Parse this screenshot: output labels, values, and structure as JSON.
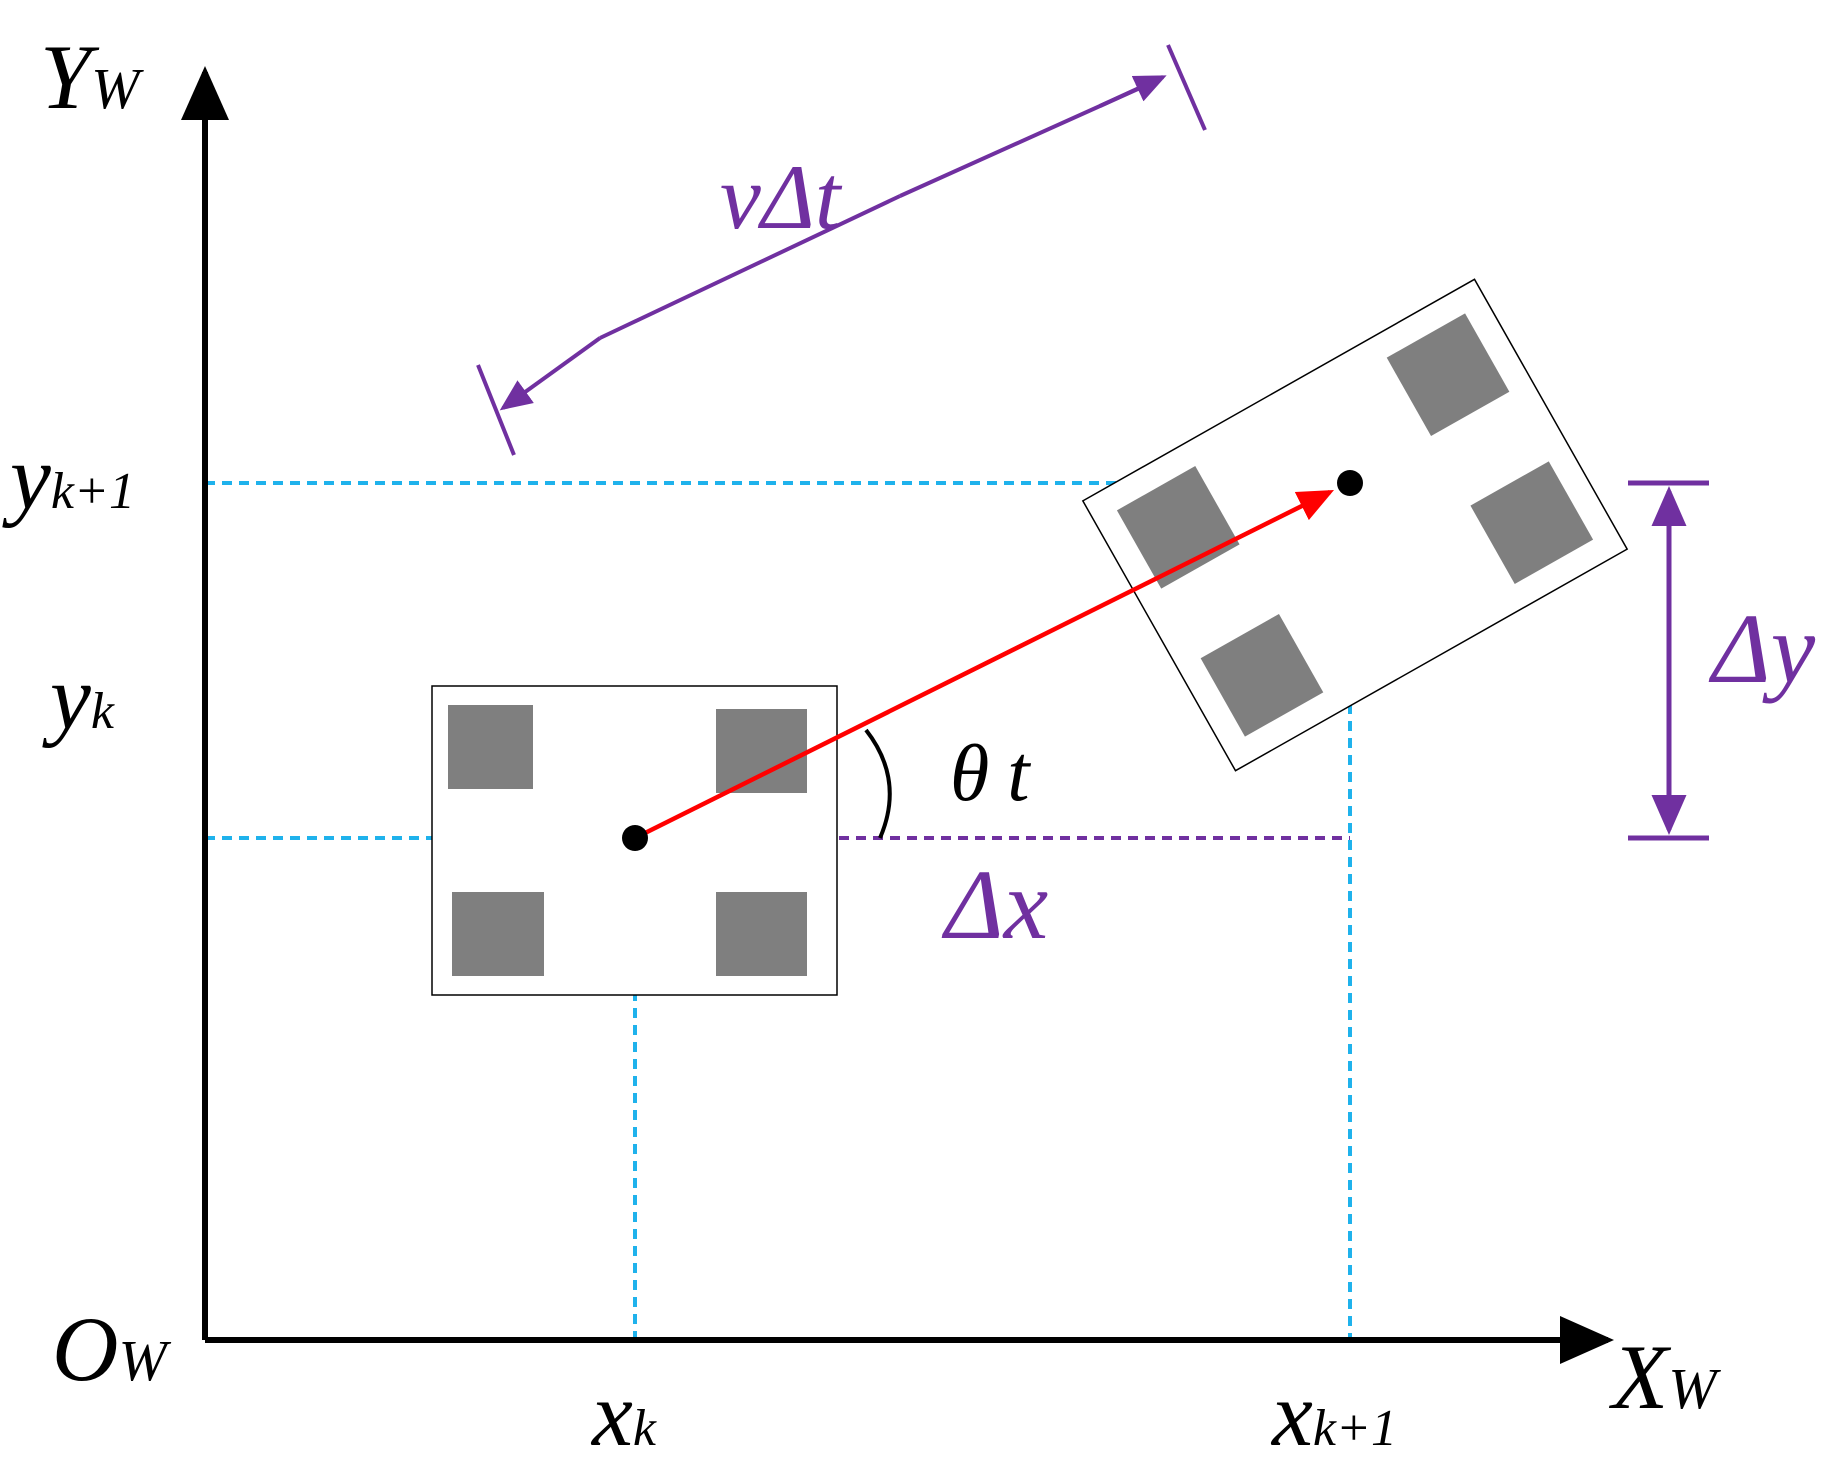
{
  "colors": {
    "axis": "#000000",
    "guide": "#1fb2ec",
    "accent": "#7030a0",
    "motion": "#ff0000",
    "wheel": "#7f7f7f",
    "body_outline": "#000000",
    "point": "#000000"
  },
  "axes": {
    "y_main": "Y",
    "y_sub": "W",
    "x_main": "X",
    "x_sub": "W",
    "origin_main": "O",
    "origin_sub": "W"
  },
  "ticks": {
    "xk_main": "x",
    "xk_sub": "k",
    "xk1_main": "x",
    "xk1_sub": "k+1",
    "yk_main": "y",
    "yk_sub": "k",
    "yk1_main": "y",
    "yk1_sub": "k+1"
  },
  "annotations": {
    "v_delta_t": "vΔt",
    "theta_main": "θ",
    "theta_sub": "t",
    "delta_x": "Δx",
    "delta_y": "Δy"
  }
}
